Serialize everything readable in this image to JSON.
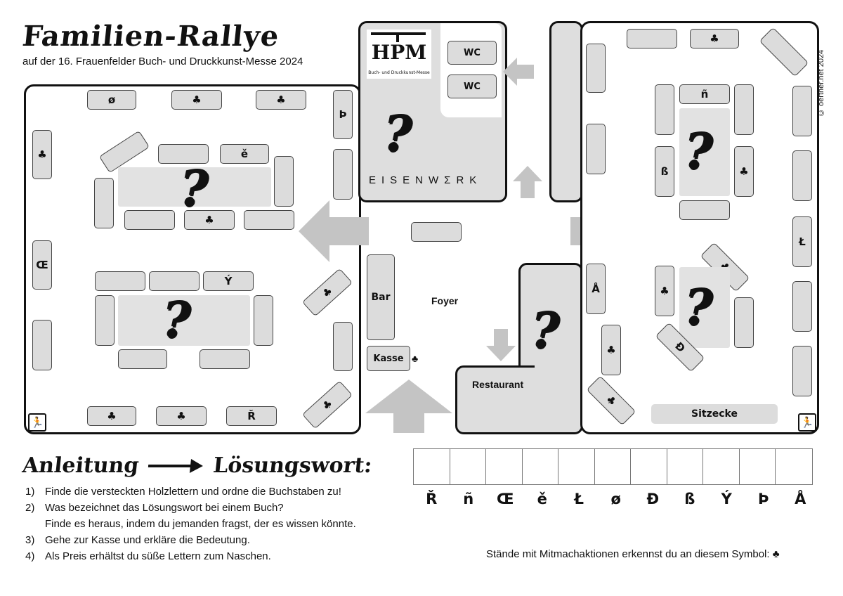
{
  "header": {
    "title": "Familien-Rallye",
    "subtitle": "auf der 16. Frauenfelder Buch- und Druckkunst-Messe 2024",
    "copyright": "© oertner.net 2024"
  },
  "symbols": {
    "question": "?",
    "club": "♣",
    "exit": "🏃"
  },
  "logo": {
    "text": "HPM",
    "subtext": "Buch- und Druckkunst-Messe"
  },
  "rooms": {
    "wc1": "WC",
    "wc2": "WC",
    "eisenwerk": "EISENWΣRK",
    "bar": "Bar",
    "foyer": "Foyer",
    "kasse": "Kasse",
    "restaurant": "Restaurant",
    "sitzecke": "Sitzecke"
  },
  "table_letters": {
    "o_slash": "ø",
    "thorn": "Þ",
    "e_caron": "ě",
    "oe": "Œ",
    "y_acute": "Ý",
    "r_caron": "Ř",
    "n_tilde": "ñ",
    "eszett": "ß",
    "l_stroke": "Ł",
    "a_ring": "Å",
    "eth": "Đ"
  },
  "instructions": {
    "title_left": "Anleitung",
    "title_right": "Lösungswort:",
    "steps": [
      {
        "num": "1)",
        "text": "Finde die versteckten Holzlettern und ordne die Buchstaben zu!"
      },
      {
        "num": "2)",
        "text": "Was bezeichnet das Lösungswort bei einem Buch?"
      },
      {
        "num": "",
        "text": "Finde es heraus, indem du jemanden fragst, der es wissen könnte."
      },
      {
        "num": "3)",
        "text": "Gehe zur Kasse und erkläre die Bedeutung."
      },
      {
        "num": "4)",
        "text": "Als Preis erhältst du süße Lettern zum Naschen."
      }
    ]
  },
  "solution": {
    "letters": [
      "Ř",
      "ñ",
      "Œ",
      "ě",
      "Ł",
      "ø",
      "Đ",
      "ß",
      "Ý",
      "Þ",
      "Å"
    ]
  },
  "hint": "Stände mit Mitmachaktionen erkennst du an diesem Symbol: ♣"
}
